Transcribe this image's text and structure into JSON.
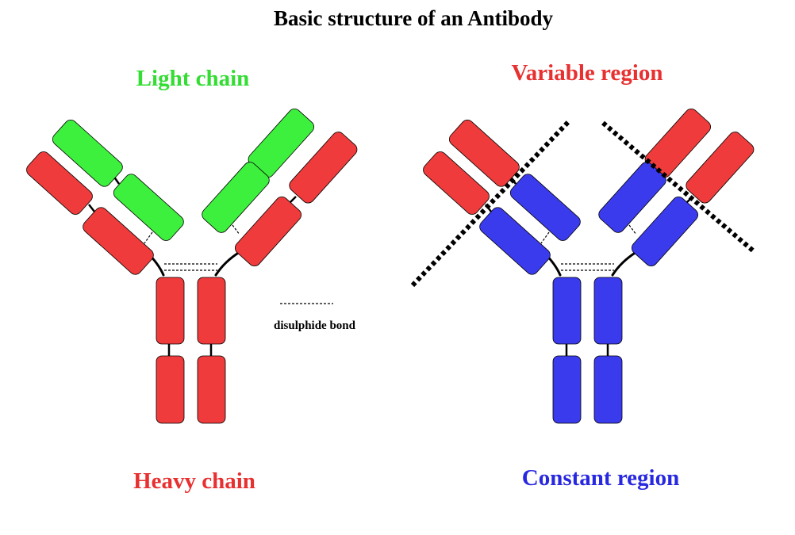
{
  "title": "Basic structure of an Antibody",
  "labels": {
    "light_chain": "Light chain",
    "heavy_chain": "Heavy chain",
    "variable_region": "Variable region",
    "constant_region": "Constant region",
    "legend": "disulphide bond"
  },
  "colors": {
    "heavy_chain": "#ef3b3b",
    "light_chain": "#3ef03e",
    "variable_region": "#ef3b3b",
    "constant_region": "#3b3bee",
    "light_chain_label": "#33dd33",
    "heavy_chain_label": "#e83030",
    "variable_region_label": "#e83030",
    "constant_region_label": "#2828e0"
  }
}
